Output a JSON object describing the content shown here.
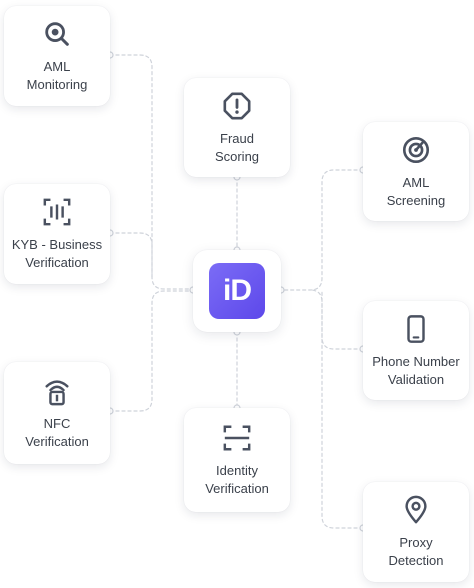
{
  "logo": {
    "text": "iD",
    "color_start": "#7b6cf6",
    "color_end": "#5d48ea"
  },
  "icon_color": "#4a5160",
  "connector_color": "#cfd3da",
  "cards": {
    "aml_monitoring": {
      "label": "AML\nMonitoring",
      "icon": "search-eye-icon"
    },
    "fraud_scoring": {
      "label": "Fraud\nScoring",
      "icon": "warning-octagon-icon"
    },
    "aml_screening": {
      "label": "AML\nScreening",
      "icon": "radar-icon"
    },
    "kyb_business_verification": {
      "label": "KYB - Business\nVerification",
      "icon": "document-scan-icon"
    },
    "phone_number_validation": {
      "label": "Phone Number\nValidation",
      "icon": "phone-icon"
    },
    "nfc_verification": {
      "label": "NFC\nVerification",
      "icon": "nfc-icon"
    },
    "identity_verification": {
      "label": "Identity\nVerification",
      "icon": "scan-frame-icon"
    },
    "proxy_detection": {
      "label": "Proxy\nDetection",
      "icon": "location-pin-icon"
    }
  }
}
